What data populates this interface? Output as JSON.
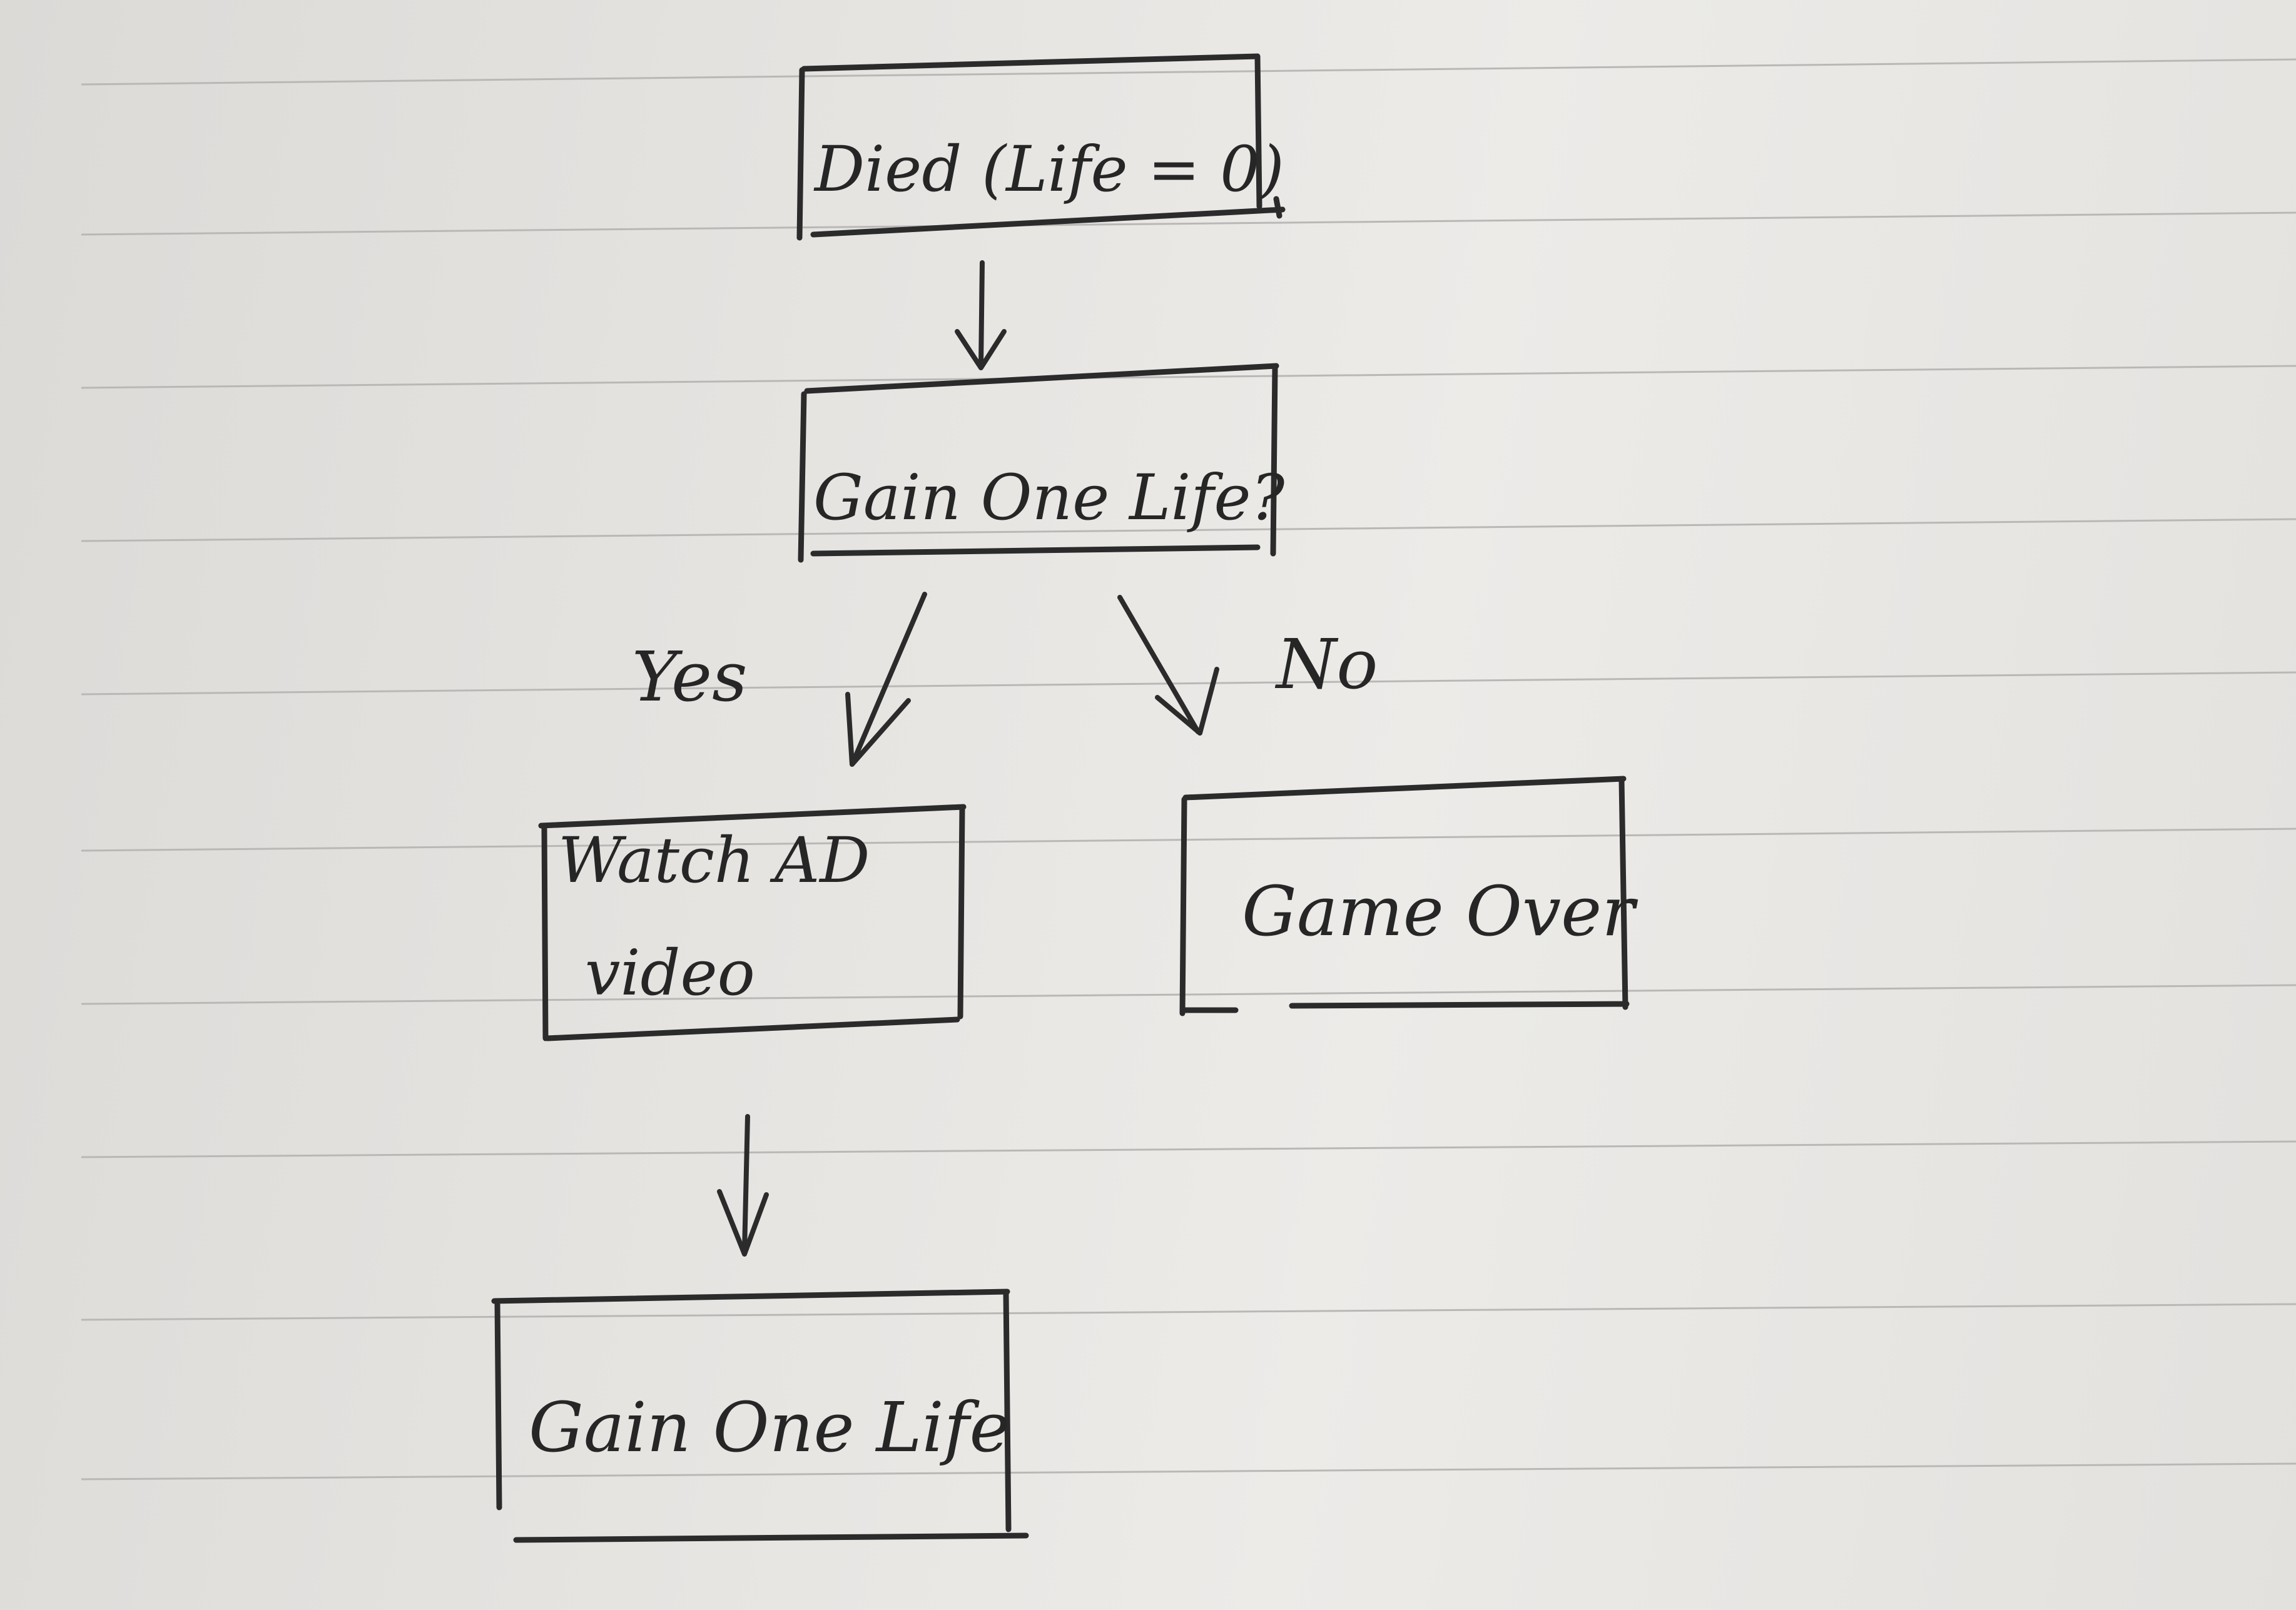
{
  "nodes": {
    "died": {
      "label": "Died (Life = 0)"
    },
    "question": {
      "label": "Gain One Life?"
    },
    "watch_ad": {
      "line1": "Watch AD",
      "line2": "video"
    },
    "game_over": {
      "label": "Game Over"
    },
    "gain_life": {
      "label": "Gain One Life"
    }
  },
  "edges": {
    "yes_label": "Yes",
    "no_label": "No"
  },
  "colors": {
    "ink": "#2b2b2b",
    "paper": "#e6e4e1",
    "ruling": "#b9b8b6"
  }
}
